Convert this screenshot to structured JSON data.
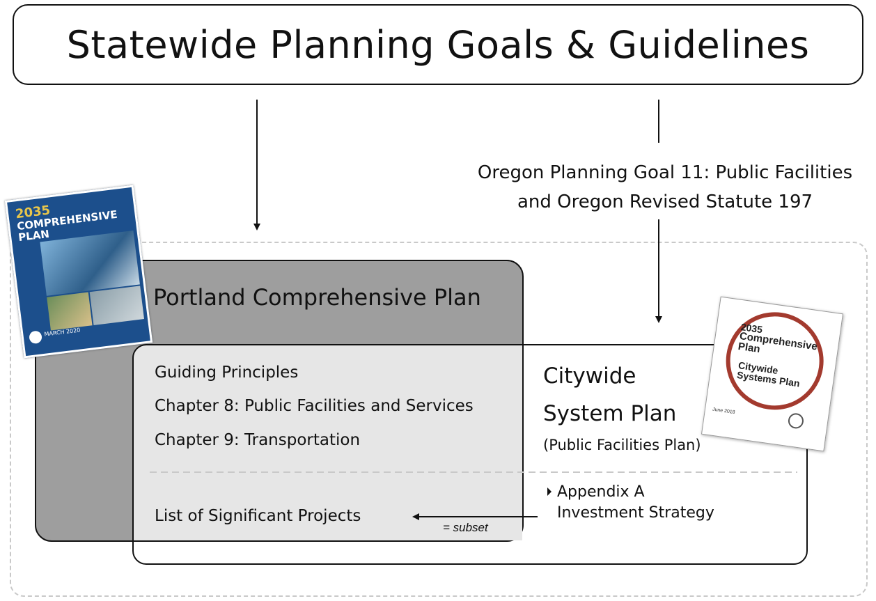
{
  "title": "Statewide Planning Goals & Guidelines",
  "goal_label": {
    "line1": "Oregon Planning Goal 11: Public Facilities",
    "line2": "and Oregon Revised Statute 197"
  },
  "comprehensive_plan": {
    "title": "Portland Comprehensive Plan",
    "items": [
      "Guiding Principles",
      "Chapter 8: Public Facilities and Services",
      "Chapter 9: Transportation"
    ],
    "projects": "List of Significant Projects"
  },
  "system_plan": {
    "title_line1": "Citywide",
    "title_line2": "System Plan",
    "subtitle": "(Public Facilities Plan)",
    "appendix_line1": "Appendix A",
    "appendix_line2": "Investment Strategy"
  },
  "subset_label": "= subset",
  "cover_comprehensive": {
    "year": "2035",
    "title": "COMPREHENSIVE PLAN",
    "date": "MARCH 2020"
  },
  "cover_systems": {
    "year": "2035",
    "title": "Comprehensive Plan",
    "subtitle": "Citywide Systems Plan",
    "date": "June 2018"
  }
}
